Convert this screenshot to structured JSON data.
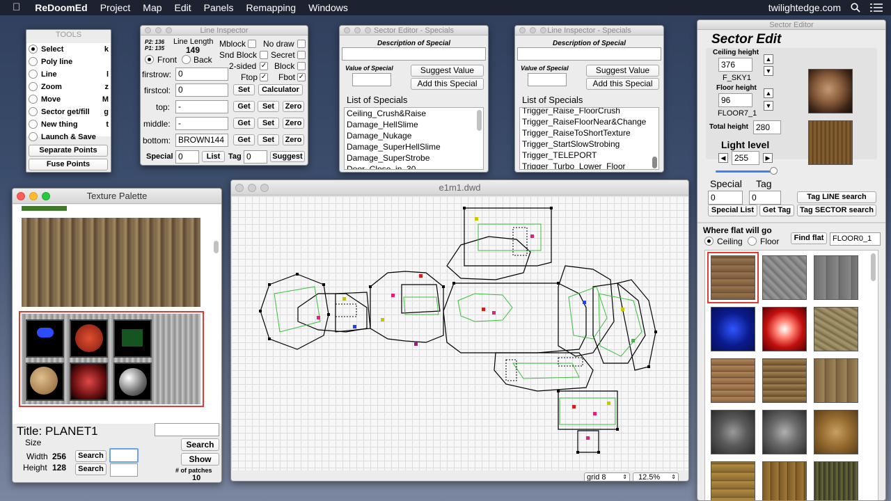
{
  "menubar": {
    "app": "ReDoomEd",
    "items": [
      "Project",
      "Map",
      "Edit",
      "Panels",
      "Remapping",
      "Windows"
    ],
    "site": "twilightedge.com"
  },
  "tools": {
    "title": "TOOLS",
    "items": [
      {
        "label": "Select",
        "key": "k"
      },
      {
        "label": "Poly line",
        "key": ""
      },
      {
        "label": "Line",
        "key": "l"
      },
      {
        "label": "Zoom",
        "key": "z"
      },
      {
        "label": "Move",
        "key": "M"
      },
      {
        "label": "Sector get/fill",
        "key": "g"
      },
      {
        "label": "New thing",
        "key": "t"
      },
      {
        "label": "Launch & Save",
        "key": ""
      }
    ],
    "separate": "Separate Points",
    "fuse": "Fuse Points"
  },
  "li": {
    "title": "Line Inspector",
    "p2": "P2: 136",
    "p1": "P1: 135",
    "ll_label": "Line Length",
    "ll_value": "149",
    "front": "Front",
    "back": "Back",
    "mblock": "Mblock",
    "nodraw": "No draw",
    "sndblock": "Snd Block",
    "secret": "Secret",
    "twosided": "2-sided",
    "block": "Block",
    "ftop": "Ftop",
    "fbot": "Fbot",
    "firstrow_label": "firstrow:",
    "firstrow": "0",
    "firstcol_label": "firstcol:",
    "firstcol": "0",
    "top_label": "top:",
    "top": "-",
    "middle_label": "middle:",
    "middle": "-",
    "bottom_label": "bottom:",
    "bottom": "BROWN144",
    "set": "Set",
    "get": "Get",
    "zero": "Zero",
    "calculator": "Calculator",
    "special_label": "Special",
    "special": "0",
    "list": "List",
    "tag_label": "Tag",
    "tag": "0",
    "suggest": "Suggest"
  },
  "se": {
    "title": "Sector Editor - Specials",
    "desc_label": "Description of Special",
    "value_label": "Value of Special",
    "suggest": "Suggest Value",
    "add": "Add this Special",
    "list_label": "List of Specials",
    "items": [
      "Ceiling_Crush&Raise",
      "Damage_HellSlime",
      "Damage_Nukage",
      "Damage_SuperHellSlime",
      "Damage_SuperStrobe",
      "Door_Close_in_30"
    ]
  },
  "ls": {
    "title": "Line Inspector - Specials",
    "desc_label": "Description of Special",
    "value_label": "Value of Special",
    "suggest": "Suggest Value",
    "add": "Add this Special",
    "list_label": "List of Specials",
    "items": [
      "Trigger_Raise_FloorCrush",
      "Trigger_RaiseFloorNear&Change",
      "Trigger_RaiseToShortTexture",
      "Trigger_StartSlowStrobing",
      "Trigger_TELEPORT",
      "Trigger_Turbo_Lower_Floor"
    ]
  },
  "sed": {
    "title": "Sector Editor",
    "heading": "Sector Edit",
    "ceil_label": "Ceiling height",
    "ceil": "376",
    "ceil_flat": "F_SKY1",
    "floor_label": "Floor height",
    "floor": "96",
    "floor_flat": "FLOOR7_1",
    "total_label": "Total height",
    "total": "280",
    "light_label": "Light level",
    "light": "255",
    "light_level": 1.0,
    "special_label": "Special",
    "special": "0",
    "tag_label": "Tag",
    "tag": "0",
    "tag_line": "Tag LINE search",
    "special_list": "Special List",
    "get_tag": "Get Tag",
    "tag_sector": "Tag SECTOR search",
    "where_label": "Where flat will go",
    "ceiling_opt": "Ceiling",
    "floor_opt": "Floor",
    "find_flat": "Find flat",
    "flat_name": "FLOOR0_1"
  },
  "tp": {
    "title": "Texture Palette",
    "title_label": "Title:",
    "title_value": "PLANET1",
    "size_label": "Size",
    "width_label": "Width",
    "width": "256",
    "height_label": "Height",
    "height": "128",
    "search": "Search",
    "show": "Show",
    "patches_label": "# of patches",
    "patches": "10"
  },
  "map": {
    "title": "e1m1.dwd",
    "grid": "grid 8",
    "zoom": "12.5%"
  },
  "colors": {
    "accent": "#e23a32",
    "line_green": "#3cbf3c",
    "wall": "#000000"
  }
}
